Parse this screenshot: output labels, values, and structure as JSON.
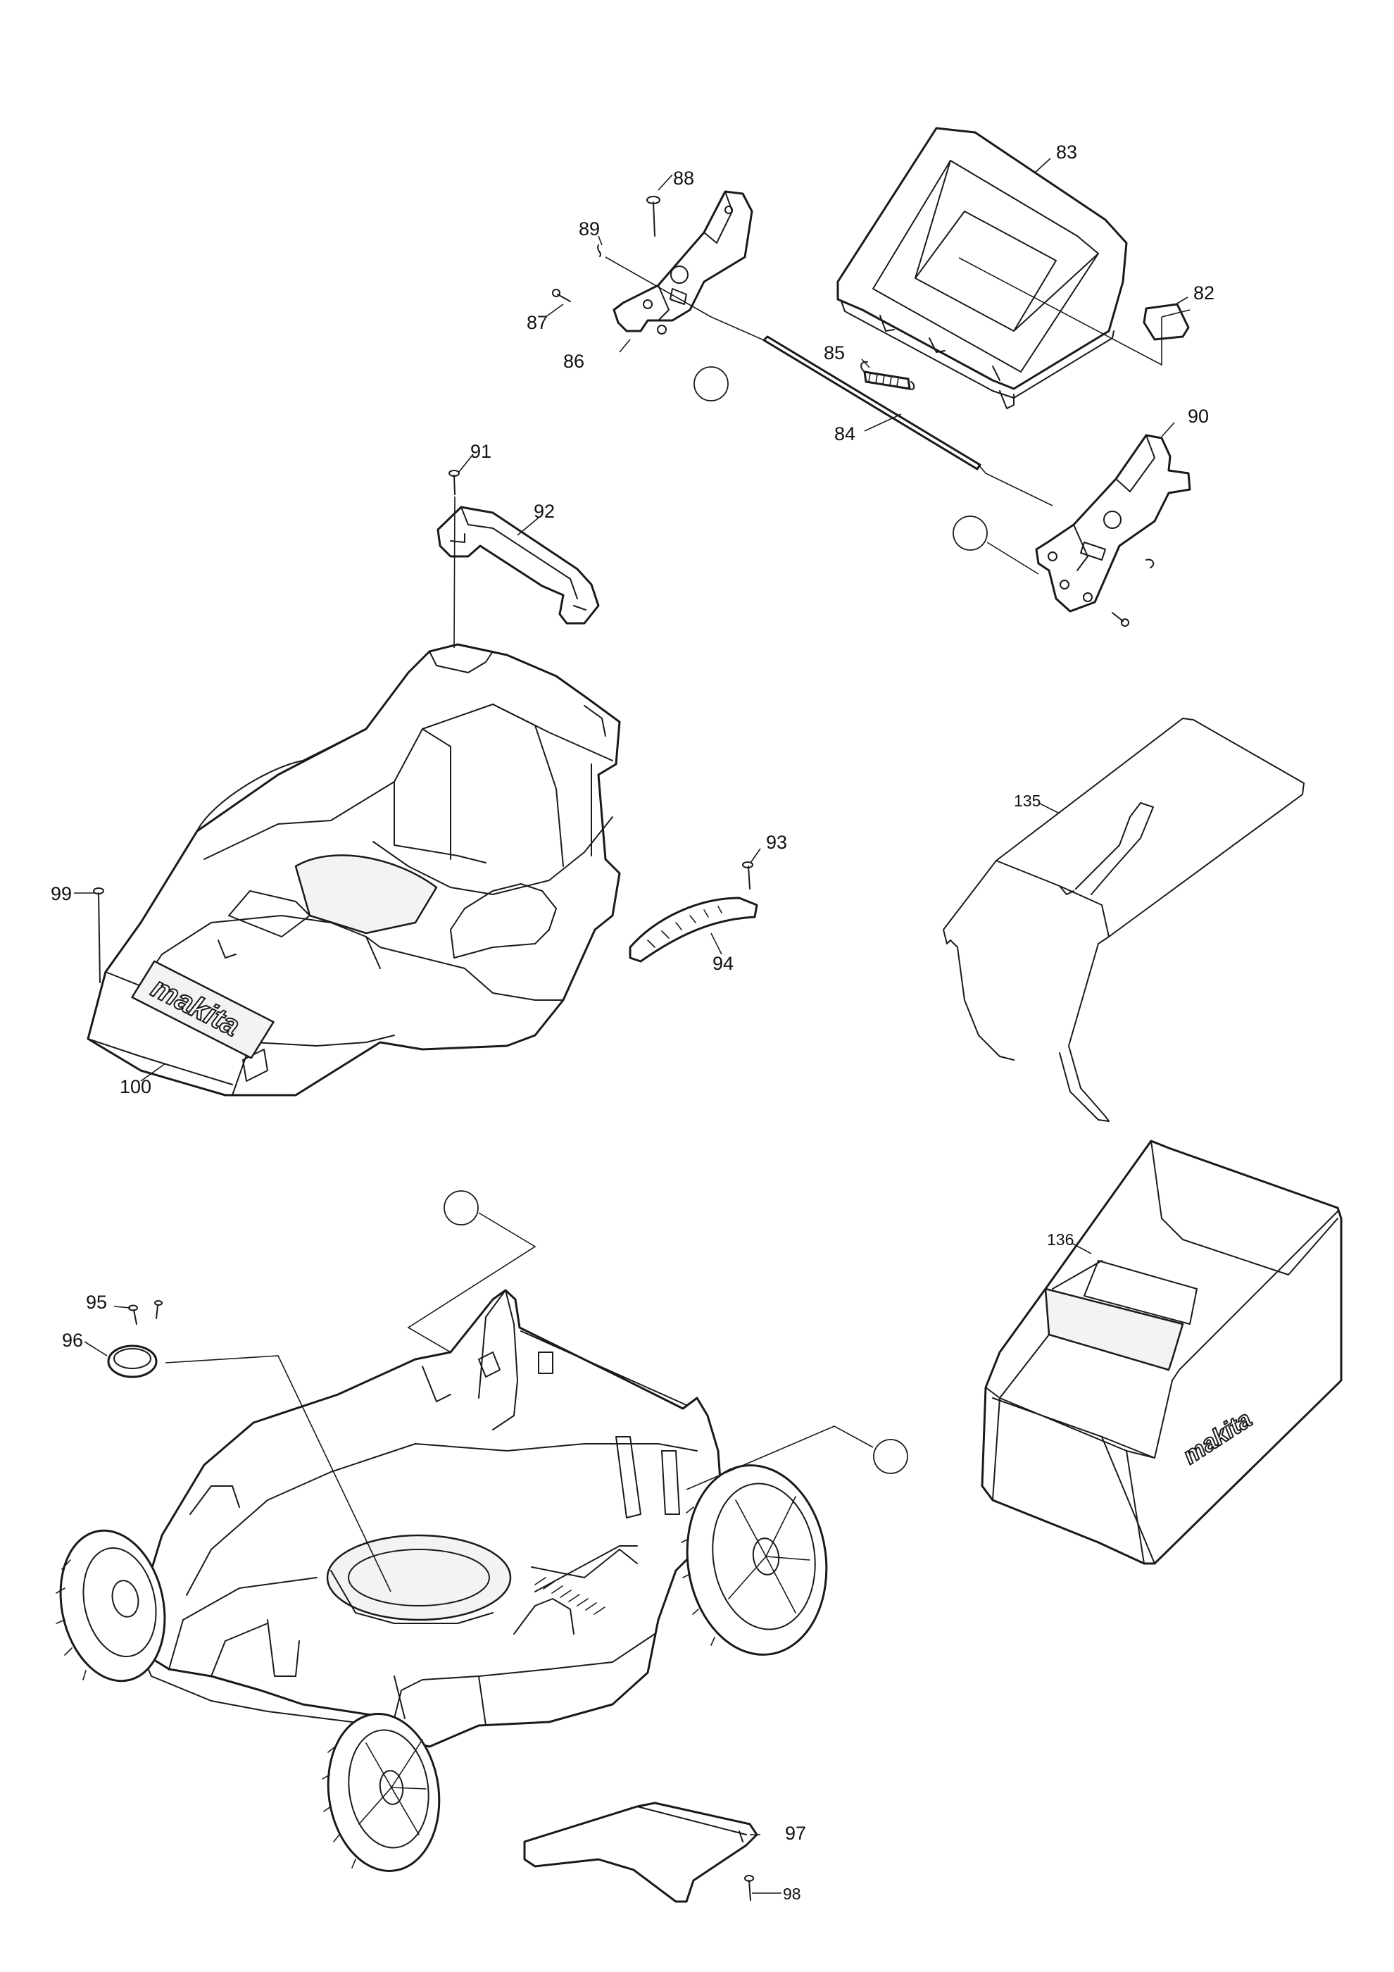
{
  "brand_text": "makita",
  "callouts": [
    {
      "id": "82",
      "label": "82"
    },
    {
      "id": "83",
      "label": "83"
    },
    {
      "id": "84",
      "label": "84"
    },
    {
      "id": "85",
      "label": "85"
    },
    {
      "id": "86",
      "label": "86"
    },
    {
      "id": "87",
      "label": "87"
    },
    {
      "id": "88",
      "label": "88"
    },
    {
      "id": "89",
      "label": "89"
    },
    {
      "id": "90",
      "label": "90"
    },
    {
      "id": "91",
      "label": "91"
    },
    {
      "id": "92",
      "label": "92"
    },
    {
      "id": "93",
      "label": "93"
    },
    {
      "id": "94",
      "label": "94"
    },
    {
      "id": "95",
      "label": "95"
    },
    {
      "id": "96",
      "label": "96"
    },
    {
      "id": "97",
      "label": "97"
    },
    {
      "id": "98",
      "label": "98"
    },
    {
      "id": "99",
      "label": "99"
    },
    {
      "id": "100",
      "label": "100"
    },
    {
      "id": "135",
      "label": "135"
    },
    {
      "id": "136",
      "label": "136"
    }
  ]
}
